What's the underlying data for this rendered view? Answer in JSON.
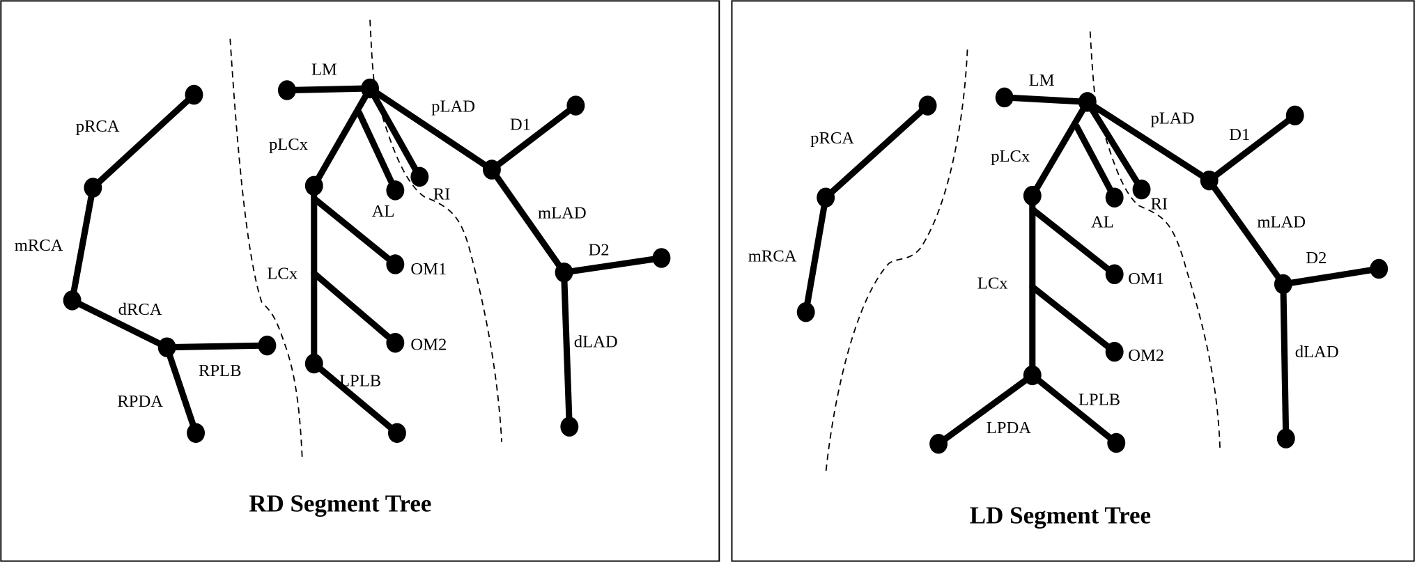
{
  "panels": [
    {
      "id": "rd",
      "title": "RD Segment Tree",
      "labels": [
        "LM",
        "pLAD",
        "D1",
        "pLCx",
        "AL",
        "RI",
        "mLAD",
        "D2",
        "LCx",
        "OM1",
        "OM2",
        "dLAD",
        "LPLB",
        "pRCA",
        "mRCA",
        "dRCA",
        "RPLB",
        "RPDA"
      ]
    },
    {
      "id": "ld",
      "title": "LD Segment Tree",
      "labels": [
        "LM",
        "pLAD",
        "D1",
        "pLCx",
        "AL",
        "RI",
        "mLAD",
        "D2",
        "LCx",
        "OM1",
        "OM2",
        "dLAD",
        "LPLB",
        "LPDA",
        "pRCA",
        "mRCA"
      ]
    }
  ],
  "colors": {
    "line": "#000000",
    "background": "#ffffff"
  }
}
